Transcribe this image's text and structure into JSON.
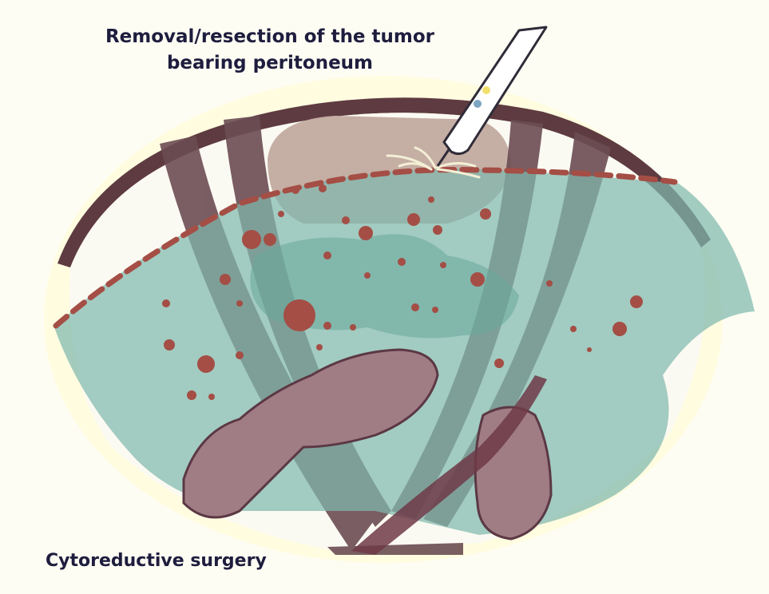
{
  "figure": {
    "title_line_1": "Removal/resection of the tumor",
    "title_line_2": "bearing peritoneum",
    "caption": "Cytoreductive surgery"
  },
  "colors": {
    "background": "#fdfdf3",
    "halo": "#fffce0",
    "cavity_dark": "#5e3b40",
    "rib": "#6b4d53",
    "peritoneum": "#7fb9ad",
    "peritoneum_edge": "#68a89b",
    "bowel": "#a07c84",
    "bowel_outline": "#5b3844",
    "tumor_nodule": "#a44e45",
    "liver": "#c5aea4",
    "text": "#1e1d3e"
  },
  "icons": [
    "electrocautery-pen-icon",
    "tumor-nodule-icon",
    "peritoneum-sheet-icon"
  ]
}
